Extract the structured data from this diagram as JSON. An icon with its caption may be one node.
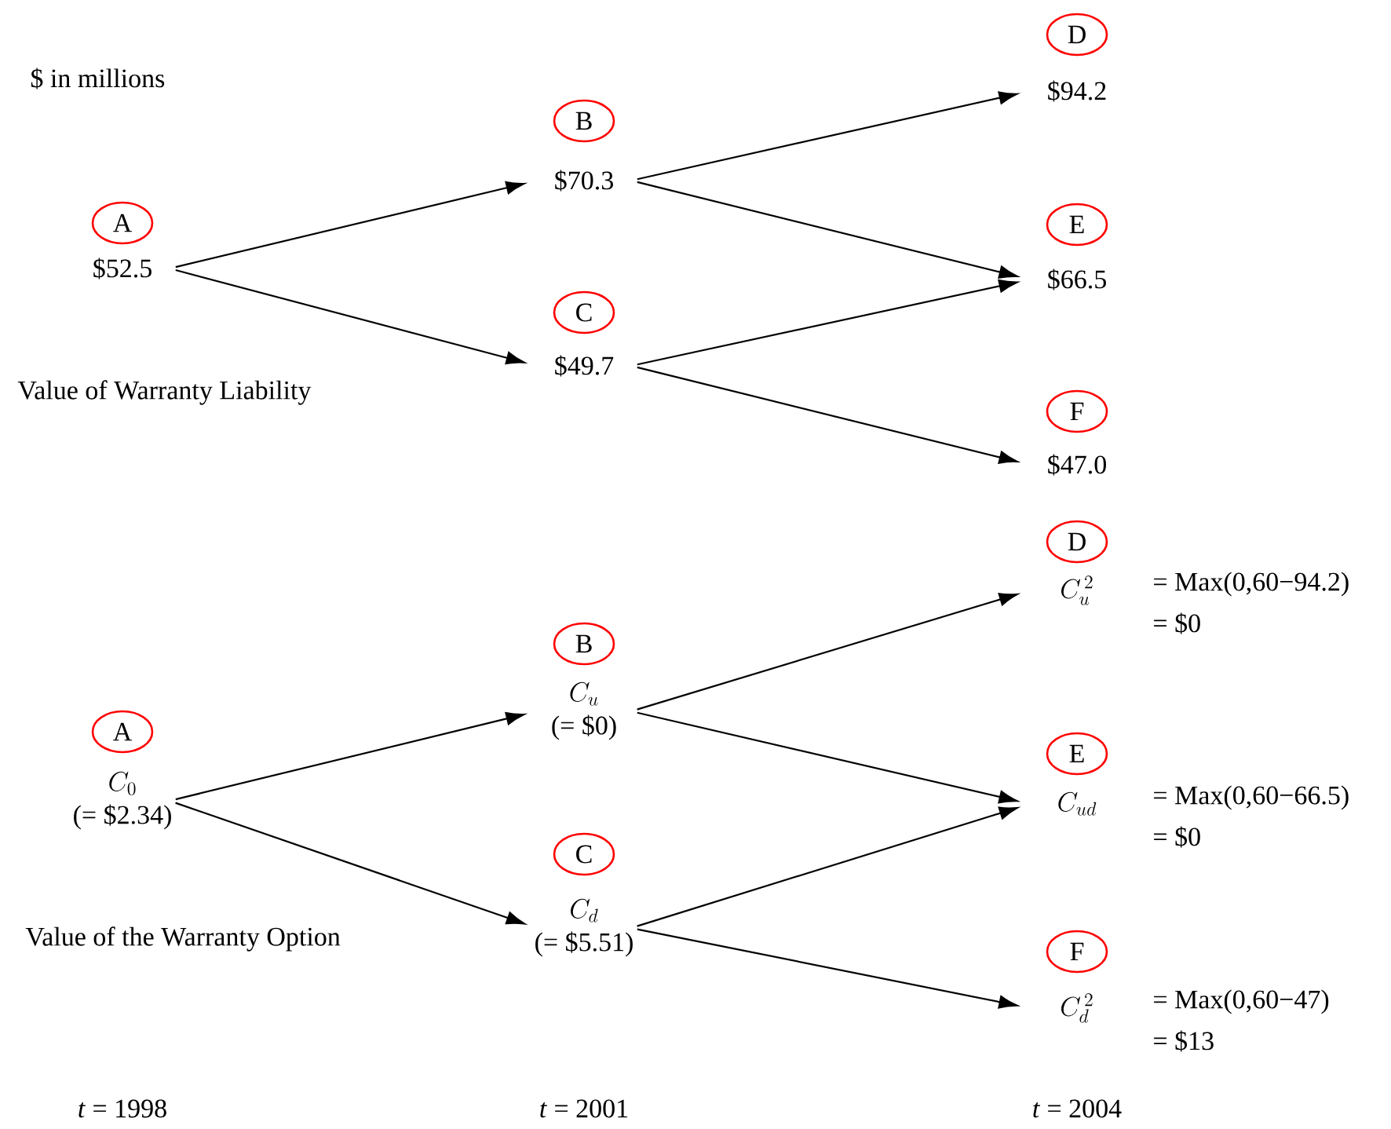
{
  "diagram": {
    "nodes": [
      {
        "text": [
          "A",
          "$52.5"
        ]
      },
      {
        "text": [
          "B",
          "$70.3"
        ]
      },
      {
        "text": [
          "C",
          "$49.7"
        ]
      },
      {
        "text": [
          "D",
          "$94.2"
        ]
      },
      {
        "text": [
          "E",
          "$66.5"
        ]
      },
      {
        "text": [
          "F",
          "$47.0"
        ]
      },
      {
        "text": [
          "A",
          "C_0",
          "(= $2.34)"
        ]
      },
      {
        "text": [
          "B",
          "C_u",
          "(= $0)"
        ]
      },
      {
        "text": [
          "C",
          "C_d",
          "(= $5.51)"
        ]
      },
      {
        "text": [
          "D",
          "C_u^{\\,2}"
        ],
        "beside": [
          "= Max(0,60−94.2)",
          "= $0"
        ]
      },
      {
        "text": [
          "E",
          "C_{ud}"
        ],
        "beside": [
          "= Max(0,60−66.5)",
          "= $0"
        ]
      },
      {
        "text": [
          "F",
          "C_d^{\\,2}"
        ],
        "beside": [
          "= Max(0,60−47)",
          "= $13"
        ]
      }
    ],
    "edges": [
      {
        "from": 0,
        "to": 1,
        "arrow": "to"
      },
      {
        "from": 0,
        "to": 2,
        "arrow": "to"
      },
      {
        "from": 1,
        "to": 3,
        "arrow": "to"
      },
      {
        "from": 1,
        "to": 4,
        "arrow": "to"
      },
      {
        "from": 2,
        "to": 4,
        "arrow": "to"
      },
      {
        "from": 2,
        "to": 5,
        "arrow": "to"
      },
      {
        "from": 6,
        "to": 7,
        "arrow": "to"
      },
      {
        "from": 6,
        "to": 8,
        "arrow": "to"
      },
      {
        "from": 7,
        "to": 9,
        "arrow": "to"
      },
      {
        "from": 7,
        "to": 10,
        "arrow": "to"
      },
      {
        "from": 8,
        "to": 10,
        "arrow": "to"
      },
      {
        "from": 8,
        "to": 11,
        "arrow": "to"
      }
    ],
    "labels": [
      "$ in millions",
      "Value of Warranty Liability",
      "Value of the Warranty Option",
      "*t* = 1998",
      "*t* = 2001",
      "*t* = 2004"
    ]
  }
}
